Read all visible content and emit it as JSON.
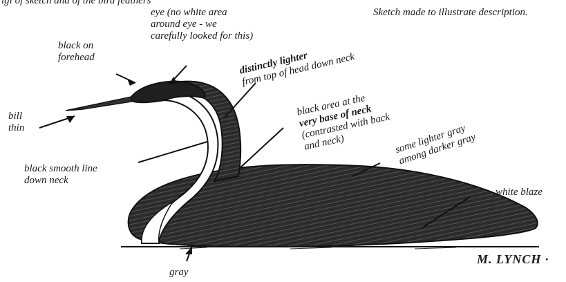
{
  "header": {
    "top_left_fragment": "igl of sketch and of the bird feathers",
    "top_right_note": "Sketch made to illustrate description."
  },
  "labels": {
    "eye": [
      "eye (no white area",
      "around eye - we",
      "carefully looked for this)"
    ],
    "forehead": [
      "black on",
      "forehead"
    ],
    "lighter": [
      "distinctly lighter",
      "from top of head down neck"
    ],
    "base_neck": [
      "black area at the",
      "very base of neck",
      "(contrasted with back",
      "and neck)"
    ],
    "gray_among": [
      "some lighter gray",
      "among darker gray"
    ],
    "bill": [
      "bill",
      "thin"
    ],
    "smooth_line": [
      "black smooth line",
      "down neck"
    ],
    "white_blaze": "white blaze",
    "gray": "gray"
  },
  "signature": "M. LYNCH ·",
  "colors": {
    "ink": "#1a1a1a",
    "paper": "#ffffff",
    "sketch": "#222222"
  }
}
